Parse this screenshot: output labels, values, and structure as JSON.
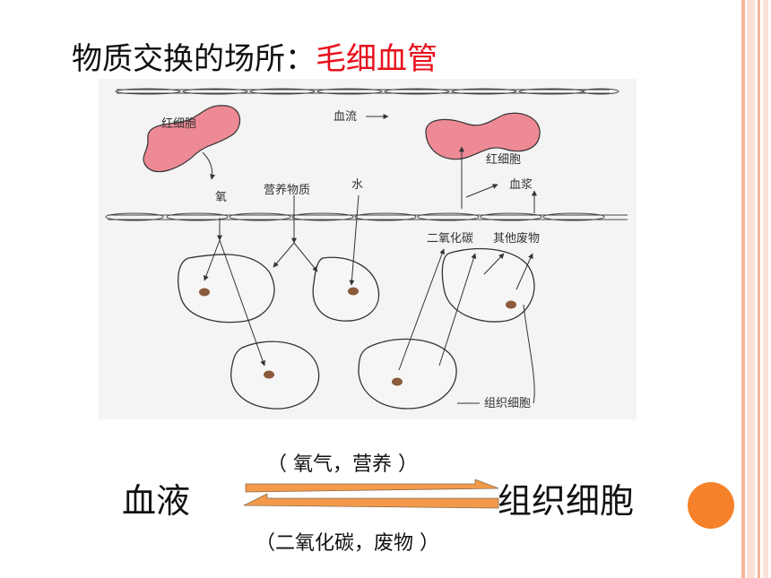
{
  "title": {
    "prefix": "物质交换的场所：",
    "highlight": "毛细血管"
  },
  "diagram": {
    "labels": {
      "rbc_left": "红细胞",
      "rbc_right": "红细胞",
      "blood_flow": "血流",
      "oxygen": "氧",
      "nutrients": "营养物质",
      "water": "水",
      "plasma": "血浆",
      "co2": "二氧化碳",
      "other_waste": "其他废物",
      "tissue_cell": "组织细胞"
    }
  },
  "exchange": {
    "left": "血液",
    "right": "组织细胞",
    "top_note": "（ 氧气，营养  ）",
    "bottom_note": "（二氧化碳，废物 ）"
  },
  "colors": {
    "highlight": "#e8101c",
    "rbc": "#ee8a95",
    "arrow": "#f39a4a",
    "accent_dot": "#f5822a",
    "stripe": "#f6b79a"
  }
}
